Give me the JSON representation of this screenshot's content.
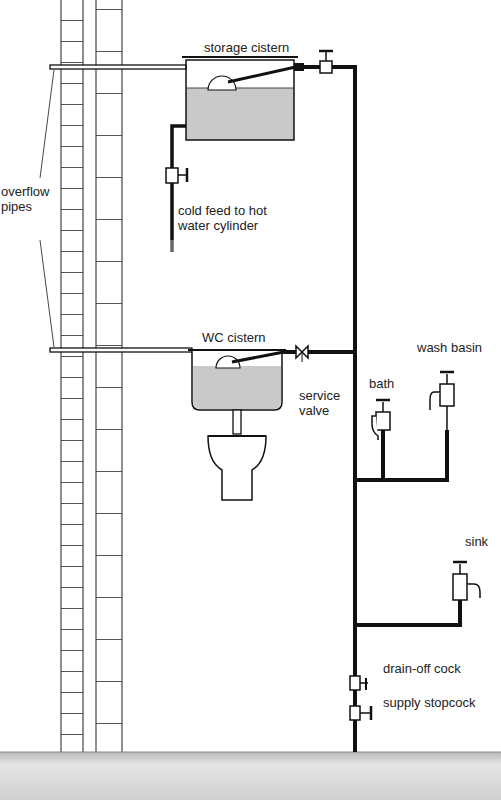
{
  "diagram": {
    "labels": [
      "storage cistern",
      "overflow pipes",
      "cold feed to hot water cylinder",
      "WC cistern",
      "service valve",
      "wash basin",
      "bath",
      "sink",
      "drain-off cock",
      "supply stopcock"
    ]
  }
}
